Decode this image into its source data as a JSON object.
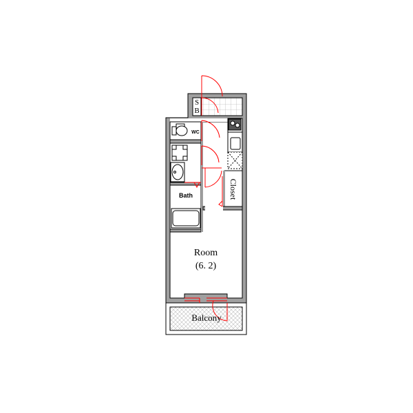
{
  "rooms": {
    "sb_top": "S",
    "sb_bottom": "B",
    "wc": "WC",
    "bath": "Bath",
    "closet": "Closet",
    "room": "Room",
    "room_size": "(6. 2)",
    "balcony": "Balcony"
  },
  "colors": {
    "wall": "#a0a0a0",
    "door": "#ff0000",
    "line": "#000000"
  }
}
